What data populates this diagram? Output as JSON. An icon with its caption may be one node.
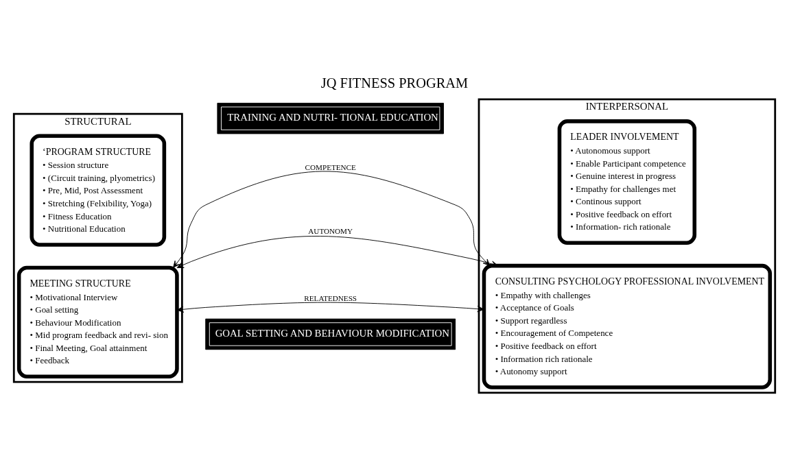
{
  "diagram": {
    "title": "JQ FITNESS PROGRAM",
    "nodes": [
      {
        "text": [
          "STRUCTURAL"
        ]
      },
      {
        "text": [
          "‘PROGRAM STRUCTURE",
          "• Session structure",
          "• (Circuit training, plyometrics)",
          "• Pre, Mid, Post Assessment",
          "• Stretching (Felxibility, Yoga)",
          "• Fitness Education",
          "• Nutritional Education"
        ],
        "in": 0
      },
      {
        "text": [
          "MEETING STRUCTURE",
          "• Motivational Interview",
          "• Goal setting",
          "• Behaviour Modification",
          "• Mid program feedback and revi- sion",
          "• Final Meeting, Goal attainment",
          "• Feedback"
        ],
        "in": 0
      },
      {
        "text": [
          "INTERPERSONAL"
        ]
      },
      {
        "text": [
          "LEADER INVOLVEMENT",
          "• Autonomous support",
          "• Enable Participant competence",
          "• Genuine interest in progress",
          "• Empathy for challenges met",
          "• Continous support",
          "• Positive feedback on effort",
          "• Information- rich rationale"
        ],
        "in": 3
      },
      {
        "text": [
          "CONSULTING PSYCHOLOGY PROFESSIONAL INVOLVEMENT",
          "• Empathy with challenges",
          "• Acceptance of Goals",
          "• Support regardless",
          "• Encouragement of Competence",
          "• Positive feedback on effort",
          "• Information rich rationale",
          "• Autonomy support"
        ],
        "in": 3
      },
      {
        "text": [
          "TRAINING AND NUTRI- TIONAL EDUCATION"
        ]
      },
      {
        "text": [
          "GOAL SETTING AND BEHAVIOUR MODIFICATION"
        ]
      }
    ],
    "edges": [
      {
        "from": 2,
        "to": 5,
        "arrow": "both",
        "label": "COMPETENCE"
      },
      {
        "from": 2,
        "to": 5,
        "arrow": "both",
        "label": "AUTONOMY"
      },
      {
        "from": 2,
        "to": 5,
        "arrow": "both",
        "label": "RELATEDNESS"
      }
    ]
  }
}
